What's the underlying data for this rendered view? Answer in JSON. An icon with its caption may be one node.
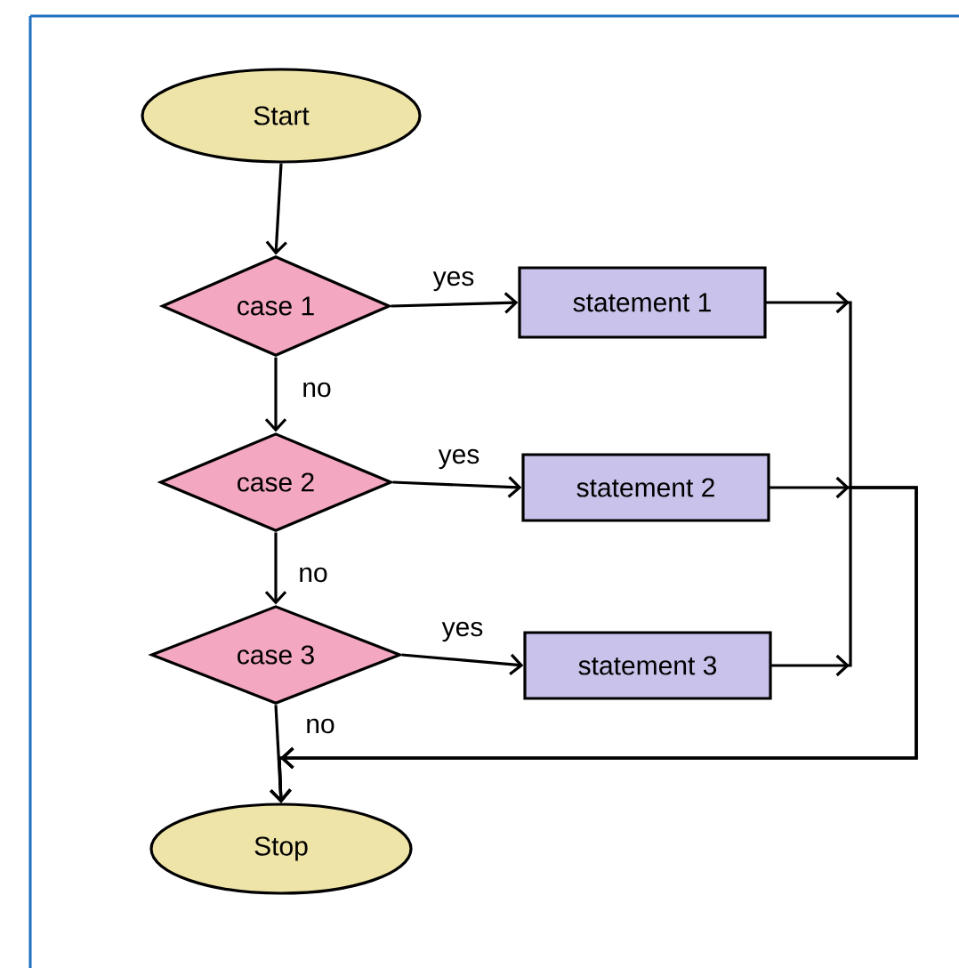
{
  "diagram": {
    "nodes": [
      {
        "text": [
          "Start"
        ]
      },
      {
        "text": [
          "case 1"
        ]
      },
      {
        "text": [
          "statement 1"
        ]
      },
      {
        "text": [
          "case 2"
        ]
      },
      {
        "text": [
          "statement 2"
        ]
      },
      {
        "text": [
          "case 3"
        ]
      },
      {
        "text": [
          "statement 3"
        ]
      },
      {
        "text": [
          "Stop"
        ]
      }
    ],
    "edges": [
      {
        "from": 0,
        "to": 1,
        "arrow": "to"
      },
      {
        "from": 1,
        "to": 2,
        "arrow": "to",
        "label": "yes"
      },
      {
        "from": 1,
        "to": 3,
        "arrow": "to",
        "label": "no"
      },
      {
        "from": 3,
        "to": 4,
        "arrow": "to",
        "label": "yes"
      },
      {
        "from": 3,
        "to": 5,
        "arrow": "to",
        "label": "no"
      },
      {
        "from": 5,
        "to": 6,
        "arrow": "to",
        "label": "yes"
      },
      {
        "from": 5,
        "to": 7,
        "arrow": "to",
        "label": "no"
      },
      {
        "from": 2,
        "to": 7,
        "arrow": "to"
      },
      {
        "from": 4,
        "to": 7,
        "arrow": "to"
      },
      {
        "from": 6,
        "to": 7,
        "arrow": "to"
      }
    ]
  }
}
